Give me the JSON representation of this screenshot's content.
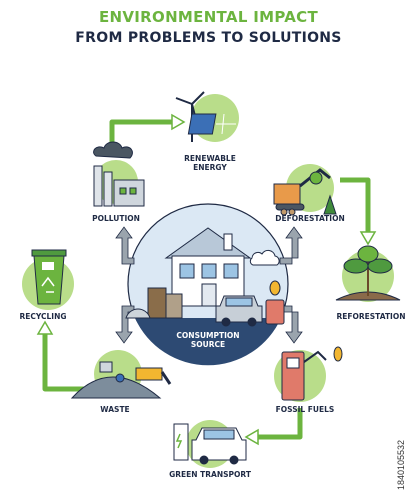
{
  "title": {
    "line1": "ENVIRONMENTAL IMPACT",
    "line2": "FROM PROBLEMS TO SOLUTIONS"
  },
  "center": {
    "label_line1": "CONSUMPTION",
    "label_line2": "SOURCE"
  },
  "nodes": {
    "renewable_energy": {
      "line1": "RENEWABLE",
      "line2": "ENERGY"
    },
    "pollution": {
      "label": "POLLUTION"
    },
    "deforestation": {
      "label": "DEFORESTATION"
    },
    "reforestation": {
      "label": "REFORESTATION"
    },
    "recycling": {
      "label": "RECYCLING"
    },
    "waste": {
      "label": "WASTE"
    },
    "fossil_fuels": {
      "label": "FOSSIL FUELS"
    },
    "green_transport": {
      "label": "GREEN TRANSPORT"
    }
  },
  "image_id": "1840105532",
  "colors": {
    "green_accent": "#6cb43f",
    "navy": "#1f2a44",
    "circle_blue": "#cfe0f0",
    "arrow_gray": "#9aa4ad",
    "light_green": "#b9dd8a"
  },
  "icons": [
    "wind-turbine-icon",
    "solar-panel-icon",
    "factory-icon",
    "excavator-icon",
    "tree-icon",
    "recycling-bin-icon",
    "garbage-pile-icon",
    "fuel-pump-icon",
    "electric-car-icon",
    "house-icon"
  ]
}
